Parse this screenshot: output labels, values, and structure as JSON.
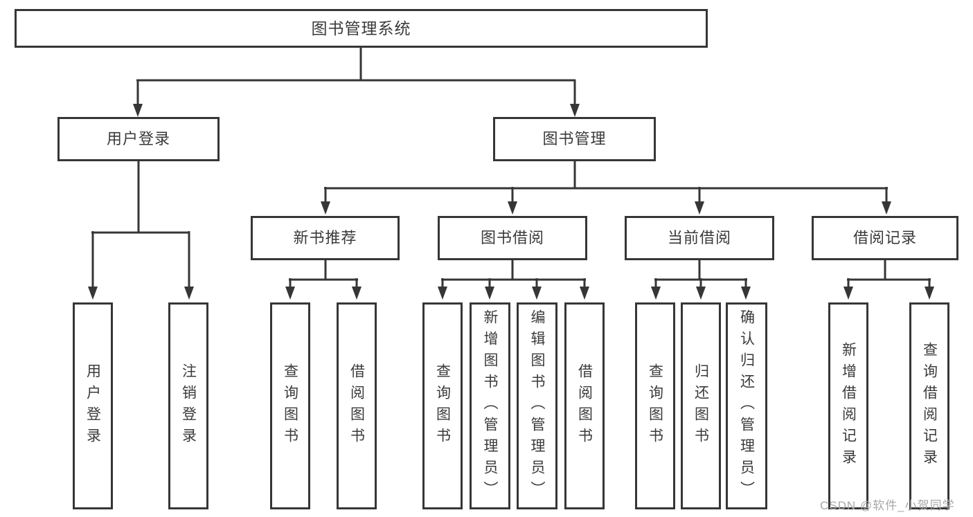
{
  "diagram": {
    "title": "图书管理系统",
    "type": "functional-structure-tree",
    "root": {
      "label": "图书管理系统",
      "children": [
        {
          "label": "用户登录",
          "children": [
            {
              "label": "用户登录"
            },
            {
              "label": "注销登录"
            }
          ]
        },
        {
          "label": "图书管理",
          "children": [
            {
              "label": "新书推荐",
              "children": [
                {
                  "label": "查询图书"
                },
                {
                  "label": "借阅图书"
                }
              ]
            },
            {
              "label": "图书借阅",
              "children": [
                {
                  "label": "查询图书"
                },
                {
                  "label": "新增图书（管理员）"
                },
                {
                  "label": "编辑图书（管理员）"
                },
                {
                  "label": "借阅图书"
                }
              ]
            },
            {
              "label": "当前借阅",
              "children": [
                {
                  "label": "查询图书"
                },
                {
                  "label": "归还图书"
                },
                {
                  "label": "确认归还（管理员）"
                }
              ]
            },
            {
              "label": "借阅记录",
              "children": [
                {
                  "label": "新增借阅记录"
                },
                {
                  "label": "查询借阅记录"
                }
              ]
            }
          ]
        }
      ]
    }
  },
  "watermark": {
    "text": "CSDN @软件_小贺同学"
  },
  "colors": {
    "line": "#363636",
    "text": "#3a3a3a",
    "box_fill": "#ffffff",
    "background": "#ffffff",
    "watermark": "#a8a8a8"
  }
}
